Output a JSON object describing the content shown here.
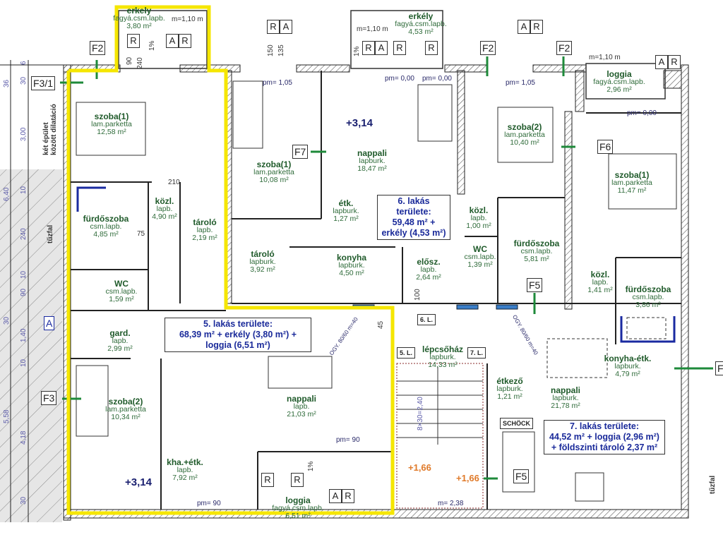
{
  "rooms": [
    {
      "name": "szoba(1)",
      "floor": "lam.parketta",
      "area": "12,58 m²"
    },
    {
      "name": "erkely",
      "floor": "fagyá.csm.lapb.",
      "area": "3,80 m²"
    },
    {
      "name": "szoba(1)",
      "floor": "lam.parketta",
      "area": "10,08 m²"
    },
    {
      "name": "nappali",
      "floor": "lapburk.",
      "area": "18,47 m²"
    },
    {
      "name": "erkély",
      "floor": "fagyá.csm.lapb.",
      "area": "4,53 m²"
    },
    {
      "name": "szoba(2)",
      "floor": "lam.parketta",
      "area": "10,40 m²"
    },
    {
      "name": "loggia",
      "floor": "fagyá.csm.lapb.",
      "area": "2,96 m²"
    },
    {
      "name": "szoba(1)",
      "floor": "lam.parketta",
      "area": "11,47 m²"
    },
    {
      "name": "közl.",
      "floor": "lapb.",
      "area": "4,90 m²"
    },
    {
      "name": "fürdőszoba",
      "floor": "csm.lapb.",
      "area": "4,85 m²"
    },
    {
      "name": "tároló",
      "floor": "lapb.",
      "area": "2,19 m²"
    },
    {
      "name": "étk.",
      "floor": "lapburk.",
      "area": "1,27 m²"
    },
    {
      "name": "tároló",
      "floor": "lapburk.",
      "area": "3,92 m²"
    },
    {
      "name": "konyha",
      "floor": "lapburk.",
      "area": "4,50 m²"
    },
    {
      "name": "közl.",
      "floor": "lapb.",
      "area": "1,00 m²"
    },
    {
      "name": "WC",
      "floor": "csm.lapb.",
      "area": "1,39 m²"
    },
    {
      "name": "fürdőszoba",
      "floor": "csm.lapb.",
      "area": "5,81 m²"
    },
    {
      "name": "elősz.",
      "floor": "lapb.",
      "area": "2,64 m²"
    },
    {
      "name": "közl.",
      "floor": "lapb.",
      "area": "1,41 m²"
    },
    {
      "name": "fürdőszoba",
      "floor": "csm.lapb.",
      "area": "3,86 m²"
    },
    {
      "name": "WC",
      "floor": "csm.lapb.",
      "area": "1,59 m²"
    },
    {
      "name": "gard.",
      "floor": "lapb.",
      "area": "2,99 m²"
    },
    {
      "name": "szoba(2)",
      "floor": "lam.parketta",
      "area": "10,34 m²"
    },
    {
      "name": "nappali",
      "floor": "lapb.",
      "area": "21,03 m²"
    },
    {
      "name": "kha.+étk.",
      "floor": "lapb.",
      "area": "7,92 m²"
    },
    {
      "name": "loggia",
      "floor": "fagyá.csm.lapb.",
      "area": "6,51 m²"
    },
    {
      "name": "lépcsőház",
      "floor": "lapburk.",
      "area": "14,33 m²"
    },
    {
      "name": "étkező",
      "floor": "lapburk.",
      "area": "1,21 m²"
    },
    {
      "name": "nappali",
      "floor": "lapburk.",
      "area": "21,78 m²"
    },
    {
      "name": "konyha-étk.",
      "floor": "lapburk.",
      "area": "4,79 m²"
    }
  ],
  "apartments": {
    "apt6": {
      "l1": "6. lakás",
      "l2": "területe:",
      "l3": "59,48 m² +",
      "l4": "erkély (4,53 m²)"
    },
    "apt5": {
      "l1": "5. lakás területe:",
      "l2": "68,39 m² + erkély (3,80 m²) +",
      "l3": "loggia (6,51 m²)"
    },
    "apt7": {
      "l1": "7. lakás területe:",
      "l2": "44,52 m² + loggia (2,96 m²)",
      "l3": "+ földszinti tároló 2,37 m²"
    }
  },
  "tags": {
    "f2": "F2",
    "f31": "F3/1",
    "f3": "F3",
    "f7": "F7",
    "f6": "F6",
    "f5": "F5",
    "r": "R",
    "a": "A",
    "schock": "SCHÖCK",
    "l5": "5. L.",
    "l6": "6. L.",
    "l7": "7. L.",
    "section": "A"
  },
  "levels": {
    "l314": "+3,14",
    "l166": "+1,66"
  },
  "notes": {
    "dilatacio1": "két épület",
    "dilatacio2": "között dilatáció",
    "tuzfal": "tűzfal",
    "m110": "m=1,10 m",
    "pm105": "pm= 1,05",
    "pm000": "pm= 0,00",
    "pm90": "pm= 90",
    "ogy": "OGY. 80/60 m=40",
    "stairs": "8×30=2,40",
    "m238": "m= 2,38",
    "slope": "1%"
  },
  "dims_left": [
    "36",
    "30",
    "6",
    "3,00",
    "6,40",
    "10",
    "240",
    "90",
    "10",
    "30",
    "1,40",
    "10",
    "5,58",
    "4,18",
    "30"
  ],
  "door_dims": [
    "90",
    "240",
    "150",
    "135",
    "210",
    "75",
    "100",
    "45"
  ]
}
